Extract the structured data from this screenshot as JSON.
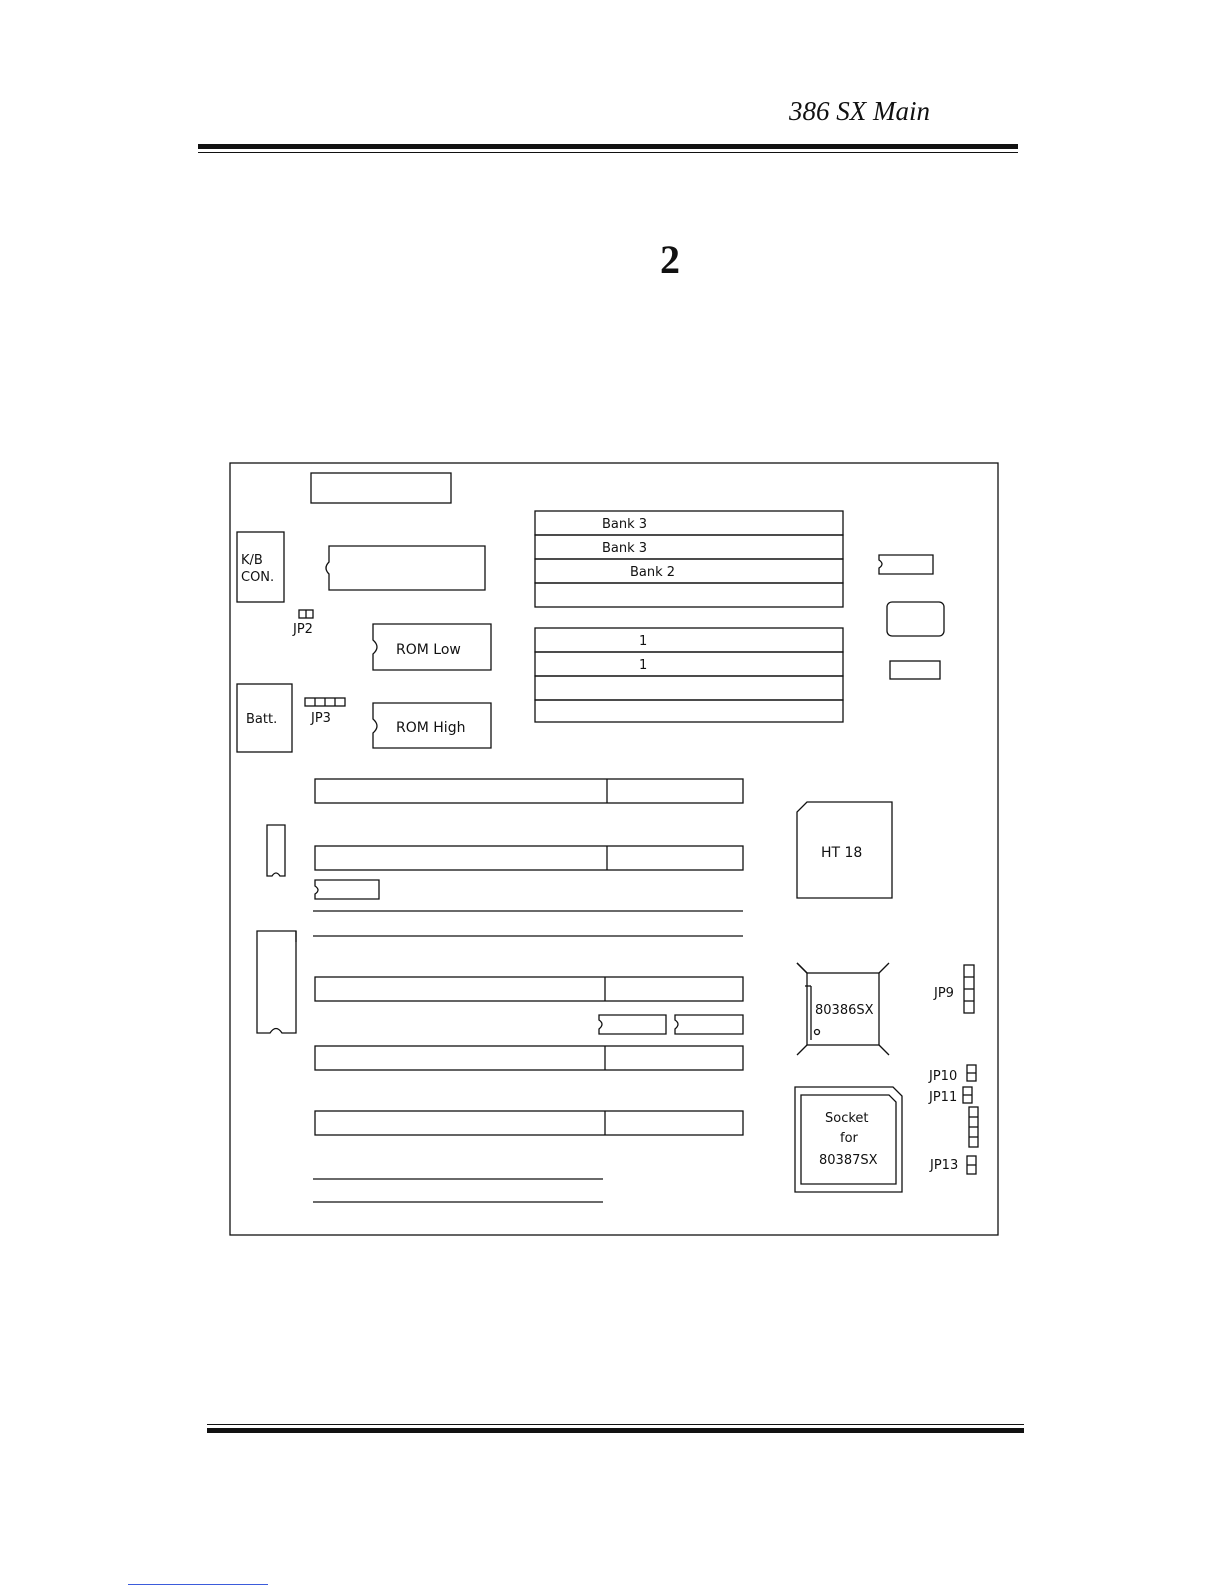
{
  "header": {
    "title": "386 SX Main"
  },
  "chapter": {
    "number": "2"
  },
  "board": {
    "labels": {
      "kb_line1": "K/B",
      "kb_line2": "CON.",
      "jp2": "JP2",
      "jp3": "JP3",
      "batt": "Batt.",
      "rom_low": "ROM Low",
      "rom_high": "ROM High",
      "bank3a": "Bank 3",
      "bank3b": "Bank 3",
      "bank2": "Bank 2",
      "bank1a": "1",
      "bank1b": "1",
      "ht18": "HT 18",
      "cpu": "80386SX",
      "socket_line1": "Socket",
      "socket_line2": "for",
      "socket_line3": "80387SX",
      "jp9": "JP9",
      "jp10": "JP10",
      "jp11": "JP11",
      "jp13": "JP13"
    }
  }
}
